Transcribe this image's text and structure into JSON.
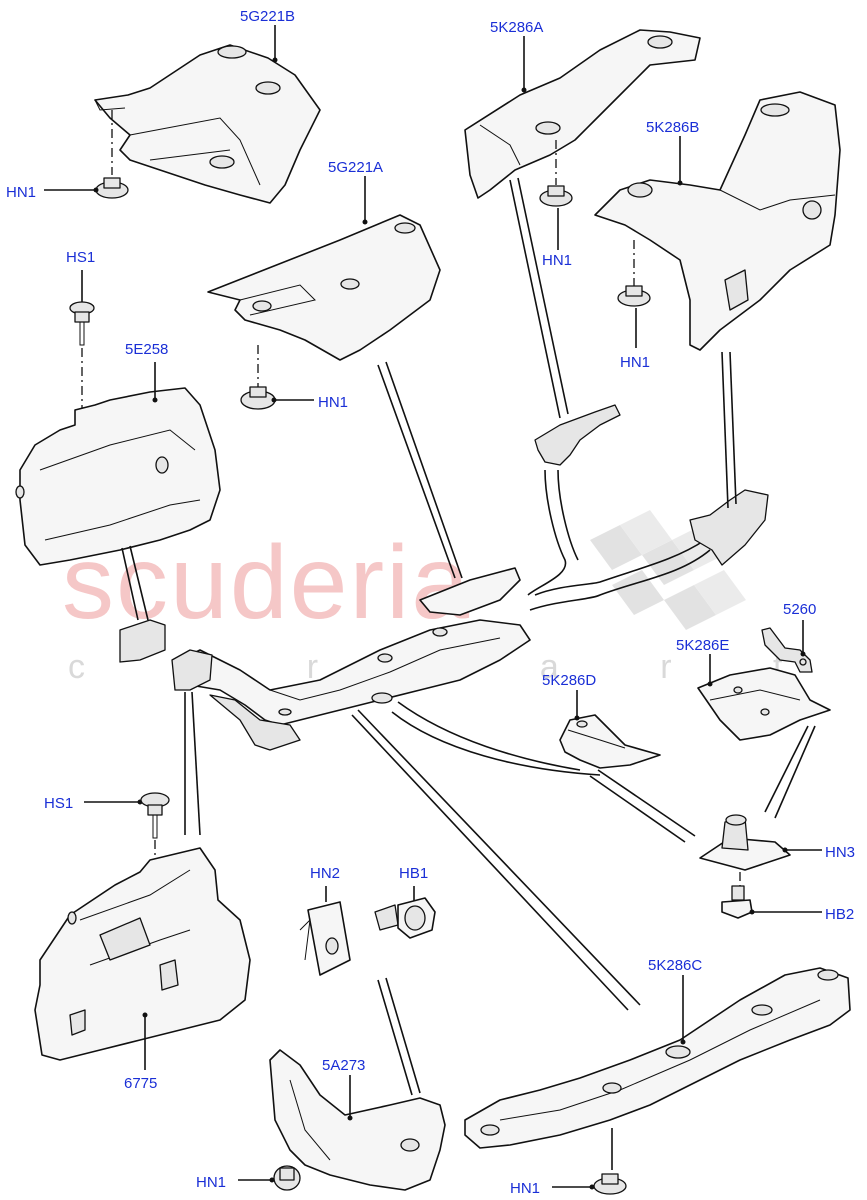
{
  "watermark": {
    "main": "scuderia",
    "sub": "c a r p a r t s"
  },
  "labels": {
    "5G221B": "5G221B",
    "5G221A": "5G221A",
    "5K286A": "5K286A",
    "5K286B": "5K286B",
    "5E258": "5E258",
    "5260": "5260",
    "5K286E": "5K286E",
    "5K286D": "5K286D",
    "5K286C": "5K286C",
    "5A273": "5A273",
    "6775": "6775",
    "HS1_top": "HS1",
    "HS1_mid": "HS1",
    "HN1_a": "HN1",
    "HN1_b": "HN1",
    "HN1_c": "HN1",
    "HN1_d": "HN1",
    "HN1_e": "HN1",
    "HN1_f": "HN1",
    "HN2": "HN2",
    "HB1": "HB1",
    "HN3": "HN3",
    "HB2": "HB2"
  }
}
